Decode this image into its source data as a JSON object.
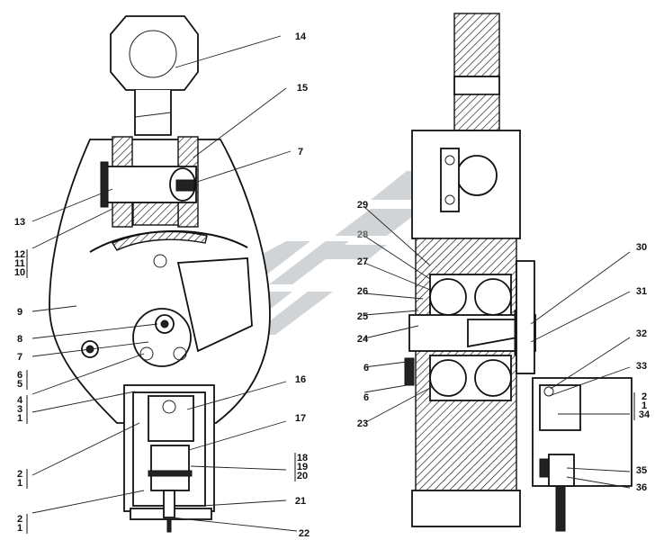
{
  "diagram": {
    "left_labels": [
      "14",
      "15",
      "7",
      "13",
      "12",
      "11",
      "10",
      "9",
      "8",
      "7",
      "6",
      "5",
      "4",
      "3",
      "1",
      "2",
      "1",
      "16",
      "17",
      "18",
      "19",
      "20",
      "21",
      "2",
      "1",
      "22"
    ],
    "right_labels": [
      "29",
      "28",
      "27",
      "26",
      "25",
      "24",
      "6",
      "6",
      "23",
      "30",
      "31",
      "32",
      "33",
      "2",
      "1",
      "34",
      "35",
      "36"
    ]
  },
  "colors": {
    "line": "#111111",
    "watermark": "#c9cdd0",
    "background": "#ffffff"
  }
}
